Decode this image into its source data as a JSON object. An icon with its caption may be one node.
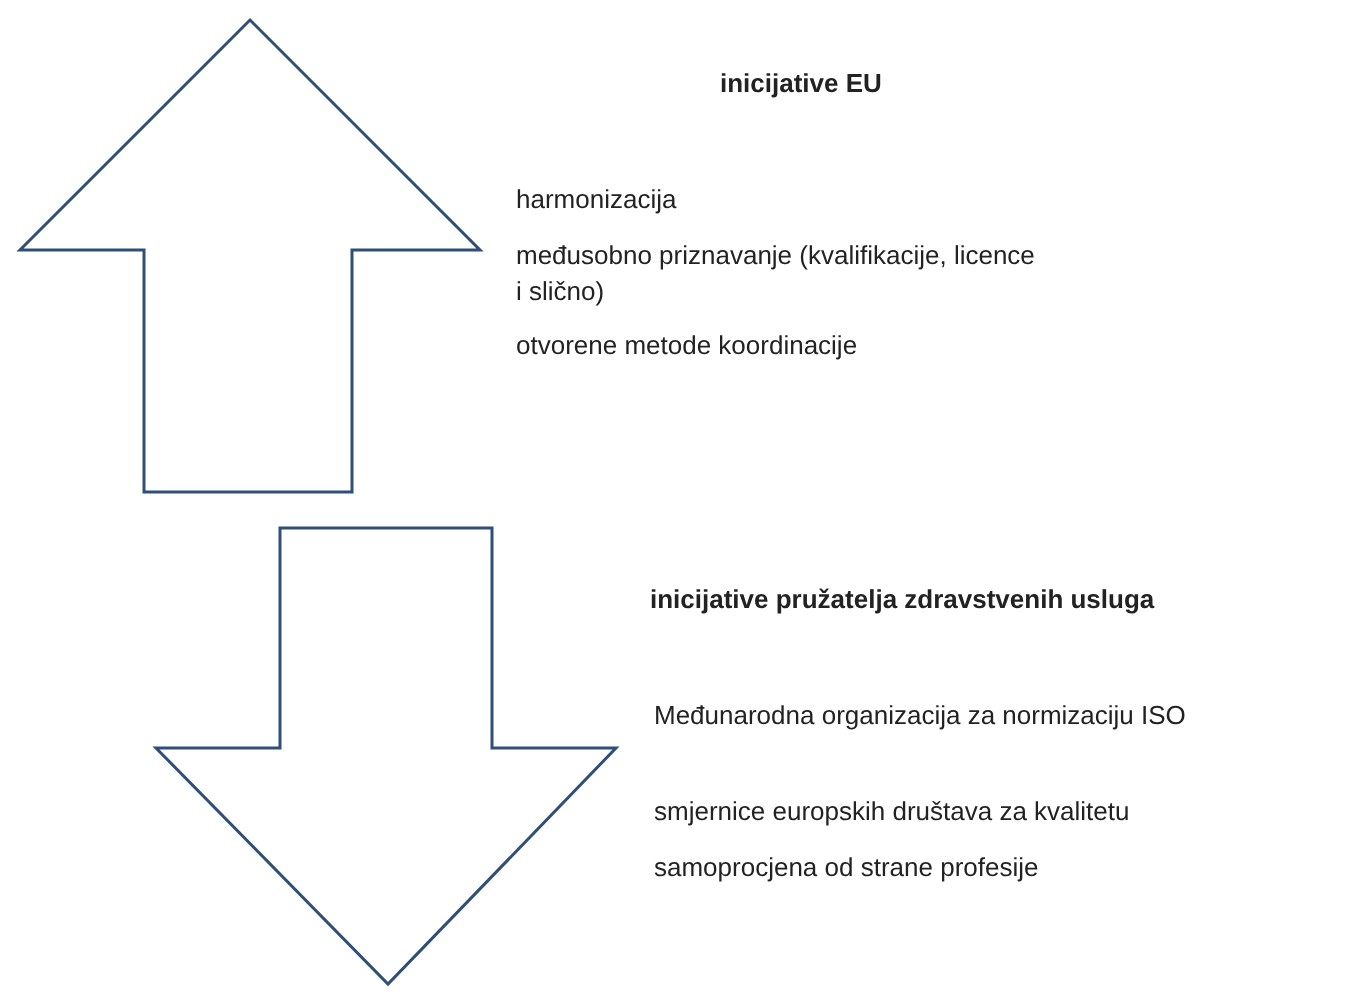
{
  "diagram": {
    "nodes": [
      {
        "text": [],
        "shape": "arrow",
        "beside": [
          "inicijative EU",
          "harmonizacija",
          "međusobno priznavanje (kvalifikacije, licence i slično)",
          "otvorene metode koordinacije"
        ]
      },
      {
        "text": [],
        "shape": "arrow",
        "beside": [
          "inicijative pružatelja zdravstvenih usluga",
          "Međunarodna organizacija za normizaciju ISO",
          "smjernice europskih društava za kvalitetu",
          "samoprocjena od strane profesije"
        ]
      }
    ]
  }
}
